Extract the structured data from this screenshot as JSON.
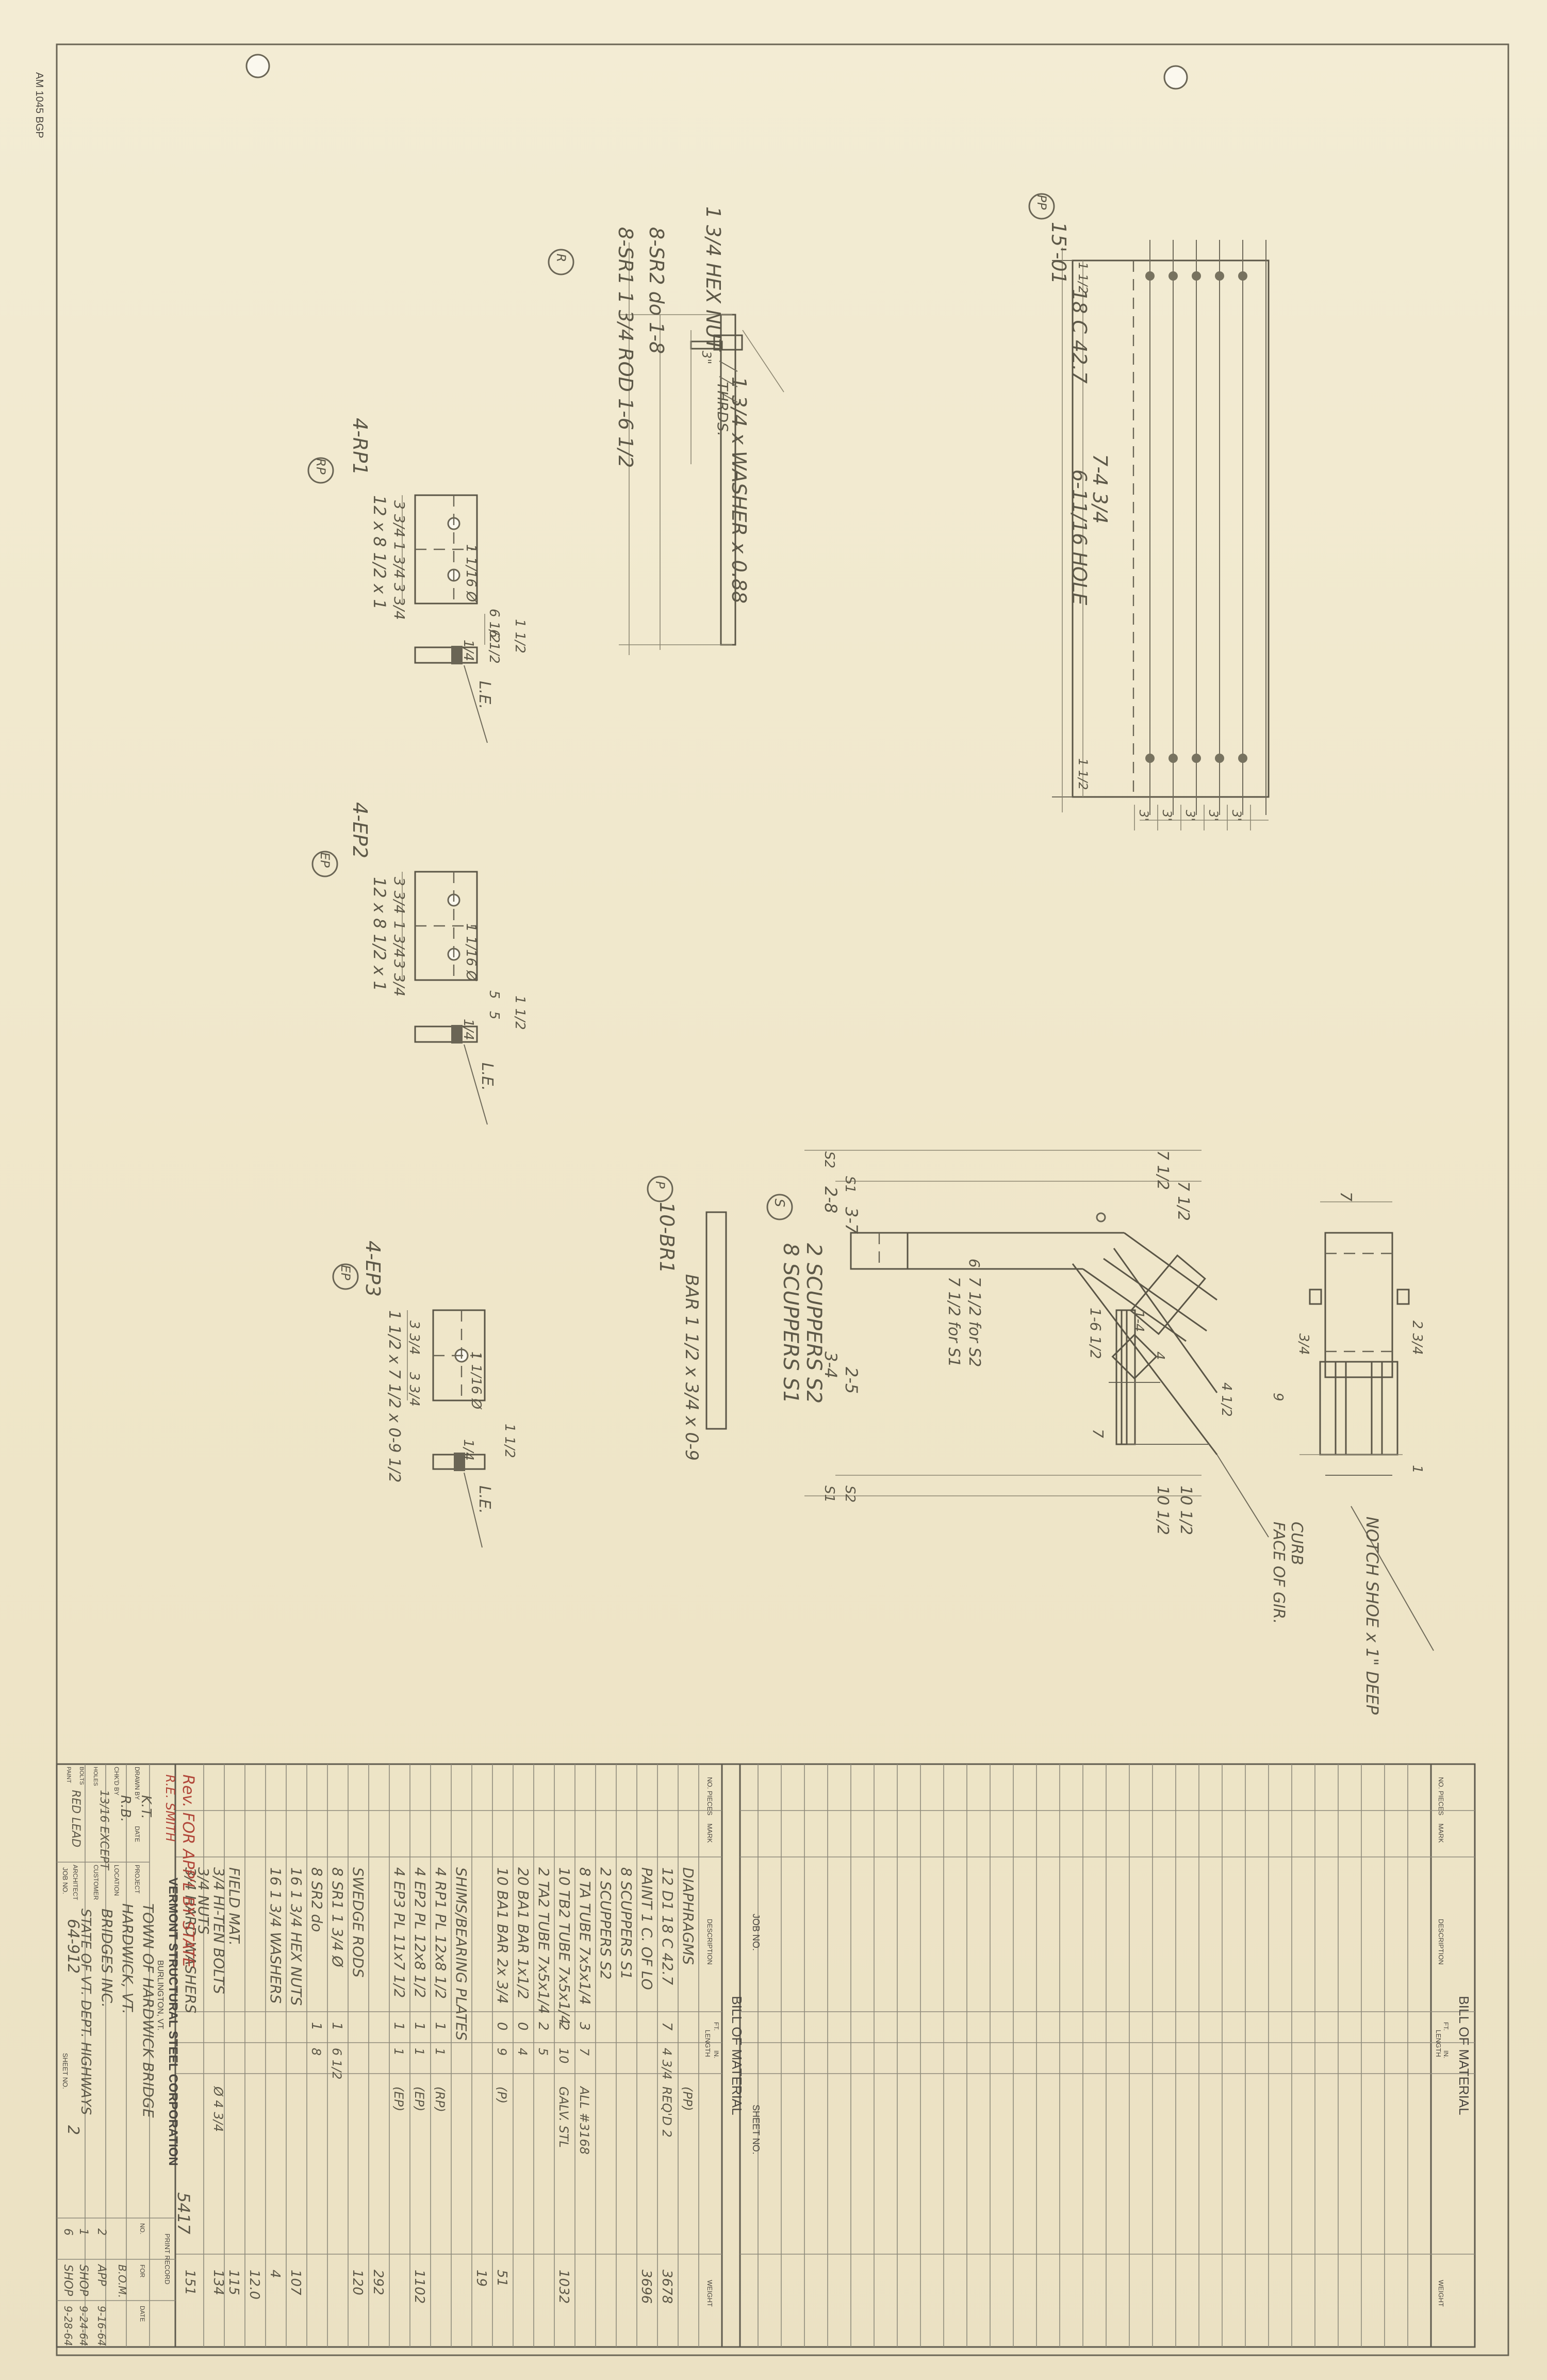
{
  "corner_code": "AM 1045 BGP",
  "diagram": {
    "view_pp": {
      "mark": "PP",
      "labels": [
        "15'-01",
        "18 C 42.7",
        "6-11/16 HOLE",
        "7-4 3/4",
        "1 1/2",
        "1 1/2"
      ],
      "spacing": [
        "3'",
        "3'",
        "3'",
        "3'",
        "3'"
      ]
    },
    "view_rod": {
      "mark": "R",
      "labels": [
        "1 3/4 x WASHER x 0.88",
        "1 3/4 HEX NUT",
        "3\"",
        "THRDS.",
        "8-SR1  1 3/4 ROD  1-6 1/2",
        "8-SR2  do  1-8"
      ]
    },
    "view_plate1": {
      "mark": "RP",
      "labels": [
        "4-RP1",
        "12 x 8 1/2 x 1",
        "3 3/4",
        "1 3/4",
        "3 3/4",
        "1 1/16 Ø",
        "6 1/2",
        "6 1/2",
        "1 1/2",
        "1/4",
        "L.E."
      ]
    },
    "view_plate2": {
      "mark": "EP",
      "labels": [
        "4-EP2",
        "12 x 8 1/2 x 1",
        "3 3/4",
        "1 3/4",
        "3 3/4",
        "1 1/16 Ø",
        "5",
        "5",
        "1 1/2",
        "1/4",
        "L.E."
      ]
    },
    "view_bar": {
      "mark": "P",
      "labels": [
        "10-BR1",
        "BAR 1 1/2 x 3/4 x 0-9"
      ]
    },
    "view_plate3": {
      "mark": "EP",
      "labels": [
        "4-EP3",
        "1 1/2 x 7 1/2 x 0-9 1/2",
        "3 3/4",
        "3 3/4",
        "1 1/16 Ø",
        "1 1/2",
        "1/4",
        "L.E."
      ]
    },
    "view_scupper": {
      "mark": "S",
      "labels": [
        "8 SCUPPERS S1",
        "2 SCUPPERS S2",
        "S2",
        "S1",
        "2-8",
        "3-7",
        "7 1/2",
        "7 1/2",
        "7 1/2 for S2",
        "7 1/2 for S1",
        "1-6 1/2",
        "1-4",
        "6",
        "7",
        "4",
        "4 1/2",
        "3-4",
        "2-5",
        "10 1/2",
        "10 1/2",
        "S1",
        "S2",
        "3/4",
        "9",
        "2 3/4",
        "1",
        "7",
        "FACE OF GIR.",
        "CURB",
        "NOTCH SHOE x 1\" DEEP"
      ]
    }
  },
  "title_block": {
    "top": {
      "title": "BILL OF MATERIAL",
      "col_no_pieces": "NO. PIECES",
      "col_mark": "MARK",
      "col_description": "DESCRIPTION",
      "col_length": "LENGTH",
      "col_ft": "FT.",
      "col_in": "IN.",
      "col_weight": "WEIGHT",
      "job_no": "JOB NO.",
      "sheet_no": "SHEET NO."
    },
    "bottom": {
      "title": "BILL OF MATERIAL",
      "col_no_pieces": "NO. PIECES",
      "col_mark": "MARK",
      "col_description": "DESCRIPTION",
      "col_length": "LENGTH",
      "col_ft": "FT.",
      "col_in": "IN.",
      "col_weight": "WEIGHT",
      "rows": [
        {
          "pieces": "",
          "mark": "",
          "desc": "DIAPHRAGMS",
          "ft": "",
          "in": "",
          "note": "(PP)",
          "weight": ""
        },
        {
          "pieces": "",
          "mark": "",
          "desc": "12 D1  18 C 42.7",
          "ft": "7",
          "in": "4 3/4",
          "note": "REQ'D 2",
          "weight": "3678"
        },
        {
          "pieces": "",
          "mark": "",
          "desc": "PAINT 1 C. OF LO",
          "ft": "",
          "in": "",
          "note": "",
          "weight": "3696"
        },
        {
          "pieces": "",
          "mark": "",
          "desc": "8 SCUPPERS S1",
          "ft": "",
          "in": "",
          "note": "",
          "weight": ""
        },
        {
          "pieces": "",
          "mark": "",
          "desc": "2 SCUPPERS S2",
          "ft": "",
          "in": "",
          "note": "",
          "weight": ""
        },
        {
          "pieces": "",
          "mark": "",
          "desc": "8 TA  TUBE 7x5x1/4",
          "ft": "3",
          "in": "7",
          "note": "ALL #3168",
          "weight": ""
        },
        {
          "pieces": "",
          "mark": "",
          "desc": "10 TB2  TUBE 7x5x1/4",
          "ft": "2",
          "in": "10",
          "note": "GALV. STL",
          "weight": "1032"
        },
        {
          "pieces": "",
          "mark": "",
          "desc": "2 TA2  TUBE 7x5x1/4",
          "ft": "2",
          "in": "5",
          "note": "",
          "weight": ""
        },
        {
          "pieces": "",
          "mark": "",
          "desc": "20 BA1  BAR 1x1/2",
          "ft": "0",
          "in": "4",
          "note": "",
          "weight": ""
        },
        {
          "pieces": "",
          "mark": "",
          "desc": "10 BA1  BAR 2x 3/4",
          "ft": "0",
          "in": "9",
          "note": "(P)",
          "weight": "51"
        },
        {
          "pieces": "",
          "mark": "",
          "desc": "",
          "ft": "",
          "in": "",
          "note": "",
          "weight": "19"
        },
        {
          "pieces": "",
          "mark": "",
          "desc": "SHIMS/BEARING PLATES",
          "ft": "",
          "in": "",
          "note": "",
          "weight": ""
        },
        {
          "pieces": "",
          "mark": "",
          "desc": "4 RP1  PL 12x8 1/2",
          "ft": "1",
          "in": "1",
          "note": "(RP)",
          "weight": ""
        },
        {
          "pieces": "",
          "mark": "",
          "desc": "4 EP2  PL 12x8 1/2",
          "ft": "1",
          "in": "1",
          "note": "(EP)",
          "weight": "1102"
        },
        {
          "pieces": "",
          "mark": "",
          "desc": "4 EP3  PL 11x7 1/2",
          "ft": "1",
          "in": "1",
          "note": "(EP)",
          "weight": ""
        },
        {
          "pieces": "",
          "mark": "",
          "desc": "",
          "ft": "",
          "in": "",
          "note": "",
          "weight": "292"
        },
        {
          "pieces": "",
          "mark": "",
          "desc": "SWEDGE RODS",
          "ft": "",
          "in": "",
          "note": "",
          "weight": "120"
        },
        {
          "pieces": "",
          "mark": "",
          "desc": "8 SR1  1 3/4 Ø",
          "ft": "1",
          "in": "6 1/2",
          "note": "",
          "weight": ""
        },
        {
          "pieces": "",
          "mark": "",
          "desc": "8 SR2  do",
          "ft": "1",
          "in": "8",
          "note": "",
          "weight": ""
        },
        {
          "pieces": "",
          "mark": "",
          "desc": "16  1 3/4 HEX NUTS",
          "ft": "",
          "in": "",
          "note": "",
          "weight": "107"
        },
        {
          "pieces": "",
          "mark": "",
          "desc": "16  1 3/4 WASHERS",
          "ft": "",
          "in": "",
          "note": "",
          "weight": "4"
        },
        {
          "pieces": "",
          "mark": "",
          "desc": "",
          "ft": "",
          "in": "",
          "note": "",
          "weight": "12.0"
        },
        {
          "pieces": "",
          "mark": "",
          "desc": "FIELD MAT.",
          "ft": "",
          "in": "",
          "note": "",
          "weight": "115"
        },
        {
          "pieces": "",
          "mark": "",
          "desc": "3/4 HI-TEN BOLTS",
          "ft": "",
          "in": "",
          "note": "Ø 4 3/4",
          "weight": "134"
        },
        {
          "pieces": "",
          "mark": "",
          "desc": "3/4 NUTS",
          "ft": "",
          "in": "",
          "note": "",
          "weight": ""
        },
        {
          "pieces": "",
          "mark": "",
          "desc": "3/4 HARD WASHERS",
          "ft": "",
          "in": "",
          "note": "",
          "weight": "151"
        }
      ]
    },
    "footer": {
      "company": "VERMONT STRUCTURAL STEEL CORPORATION",
      "city": "BURLINGTON, VT.",
      "drawn_by_label": "DRAWN BY",
      "chkd_by_label": "CHK'D BY",
      "date_label": "DATE",
      "drawn_by": "K.T.",
      "chkd_by": "R.B.",
      "project_label": "PROJECT",
      "project": "TOWN OF HARDWICK BRIDGE",
      "location_label": "LOCATION",
      "location": "HARDWICK, VT.",
      "customer_label": "CUSTOMER",
      "customer": "BRIDGES INC.",
      "architect_label": "ARCHITECT",
      "architect": "STATE OF VT. DEPT. HIGHWAYS",
      "holes_label": "HOLES",
      "holes": "13/16 EXCEPT",
      "bolts_label": "BOLTS",
      "paint_label": "PAINT",
      "paint": "RED LEAD",
      "job_no_label": "JOB NO.",
      "job_no": "64-912",
      "sheet_no_label": "SHEET NO.",
      "sheet_no": "2",
      "print_record_label": "PRINT RECORD",
      "col_no": "NO.",
      "col_for": "FOR",
      "col_date": "DATE",
      "bill_for": "B.O.M.",
      "total_label": "5417",
      "print_rows": [
        {
          "no": "2",
          "for": "APP",
          "date": "9-16-64"
        },
        {
          "no": "1",
          "for": "SHOP",
          "date": "9-24-64"
        },
        {
          "no": "6",
          "for": "SHOP",
          "date": "9-28-64"
        }
      ],
      "red_note": "Rev. FOR APP'L BY STATE",
      "red_note2": "R.E. SMITH"
    }
  }
}
